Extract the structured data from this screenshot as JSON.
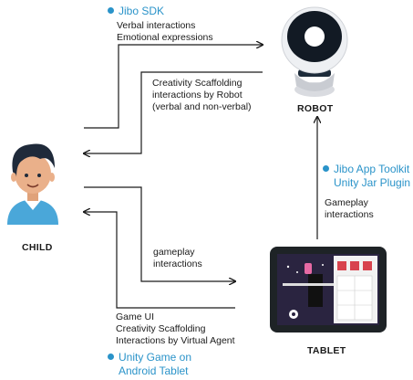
{
  "labels": {
    "child": "CHILD",
    "robot": "ROBOT",
    "tablet": "TABLET"
  },
  "jibo_sdk": {
    "heading": "Jibo SDK",
    "lines": [
      "Verbal interactions",
      "Emotional expressions"
    ]
  },
  "scaffolding_robot": {
    "lines": [
      "Creativity Scaffolding",
      "interactions by Robot",
      "(verbal and non-verbal)"
    ]
  },
  "app_toolkit": {
    "lines": [
      "Jibo App Toolkit",
      "Unity Jar Plugin"
    ]
  },
  "gameplay_robot": {
    "lines": [
      "Gameplay",
      "interactions"
    ]
  },
  "gameplay_tablet": {
    "lines": [
      "gameplay",
      "interactions"
    ]
  },
  "game_ui": {
    "lines": [
      "Game UI",
      "Creativity Scaffolding",
      "Interactions by Virtual Agent"
    ]
  },
  "unity_game": {
    "lines": [
      "Unity Game on",
      "Android Tablet"
    ]
  },
  "colors": {
    "accent": "#2a93c9",
    "line": "#1a1a1a"
  }
}
